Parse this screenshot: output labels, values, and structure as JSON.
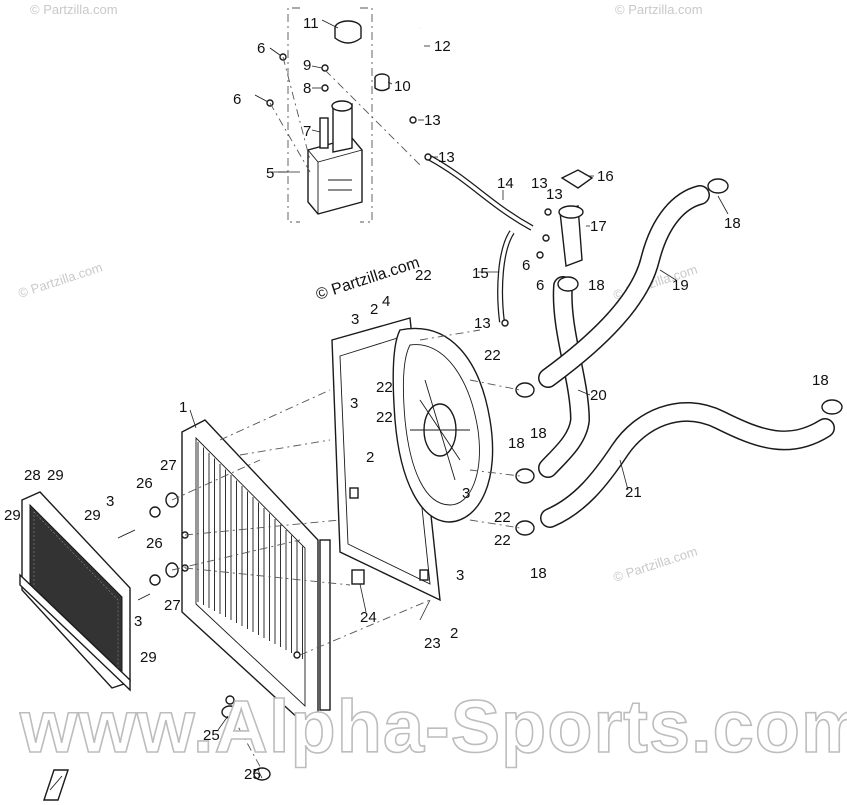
{
  "diagram": {
    "callouts": [
      "1",
      "2",
      "3",
      "4",
      "5",
      "6",
      "7",
      "8",
      "9",
      "10",
      "11",
      "12",
      "13",
      "14",
      "15",
      "16",
      "17",
      "18",
      "19",
      "20",
      "21",
      "22",
      "23",
      "24",
      "25",
      "26",
      "27",
      "28",
      "29"
    ],
    "watermarks": {
      "partzilla_small": "© Partzilla.com",
      "partzilla_main": "© Partzilla.com",
      "alpha_sports": "www.Alpha-Sports.com"
    }
  }
}
